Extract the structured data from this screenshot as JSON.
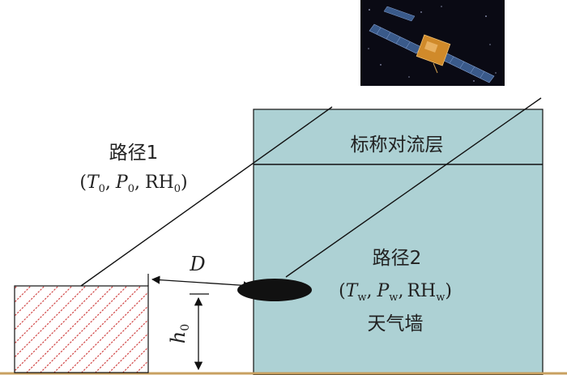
{
  "colors": {
    "weather_wall_fill": "#add1d4",
    "line": "#111111",
    "ground": "#c8a060",
    "hatch": "#cc3333",
    "space_bg": "#0a0a14",
    "satellite_panel": "#3a5a8a",
    "satellite_body": "#d08a2a"
  },
  "labels": {
    "troposphere": "标称对流层",
    "path1_title": "路径1",
    "path1_open": "(",
    "path1_T": "T",
    "path1_T_sub": "0",
    "path1_sep1": ",",
    "path1_P": "P",
    "path1_P_sub": "0",
    "path1_sep2": ",",
    "path1_RH": "RH",
    "path1_RH_sub": "0",
    "path1_close": ")",
    "path2_title": "路径2",
    "path2_open": "(",
    "path2_T": "T",
    "path2_T_sub": "w",
    "path2_sep1": ",",
    "path2_P": "P",
    "path2_P_sub": "w",
    "path2_sep2": ",",
    "path2_RH": "RH",
    "path2_RH_sub": "w",
    "path2_close": ")",
    "weather_wall": "天气墙",
    "distance": "D",
    "height": "h",
    "height_sub": "0"
  },
  "icons": {
    "satellite": "satellite-icon"
  }
}
